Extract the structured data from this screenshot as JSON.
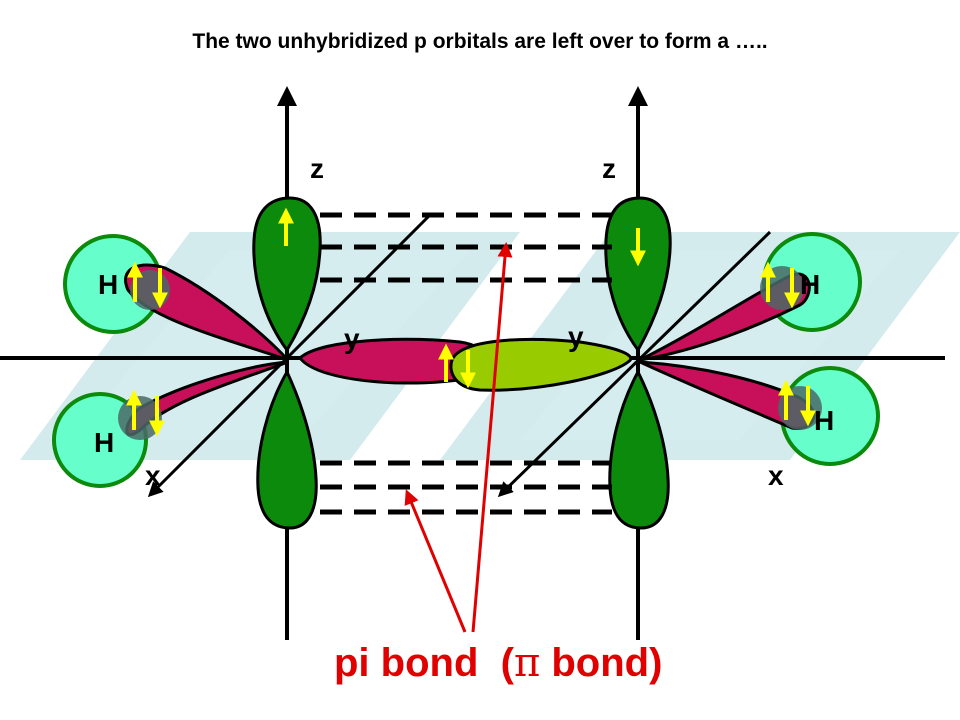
{
  "title": "The two unhybridized p orbitals are left over to form a …..",
  "axis_labels": {
    "z_left": "z",
    "z_right": "z",
    "y_left": "y",
    "y_right": "y",
    "x_left": "x",
    "x_right": "x"
  },
  "hydrogens": {
    "top_left": "H",
    "bottom_left": "H",
    "top_right": "H",
    "bottom_right": "H"
  },
  "caption": {
    "text": "pi bond  (",
    "pi": "π",
    "tail": " bond)"
  },
  "colors": {
    "p_orbital": "#0b8a0b",
    "sp2_orbital": "#c8105a",
    "overlap_lobe": "#99cc00",
    "hydrogen": "#66ffcc",
    "plane": "#cde8ea",
    "spin_arrow": "#ffff00",
    "annotation": "#e00000"
  }
}
